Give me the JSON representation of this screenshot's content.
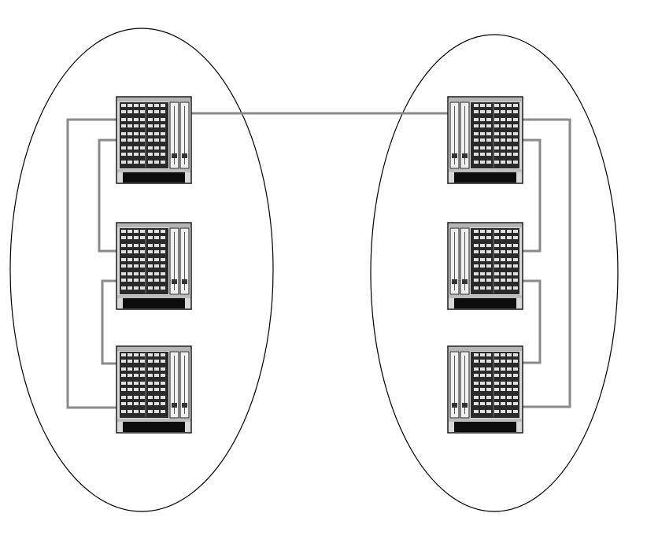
{
  "diagram": {
    "groups": [
      {
        "id": "left-cluster",
        "devices": [
          "left-top",
          "left-middle",
          "left-bottom"
        ]
      },
      {
        "id": "right-cluster",
        "devices": [
          "right-top",
          "right-middle",
          "right-bottom"
        ]
      }
    ],
    "links": [
      {
        "from": "left-top",
        "to": "right-top",
        "kind": "inter-cluster"
      },
      {
        "from": "left-top",
        "to": "left-bottom",
        "kind": "ring-outer"
      },
      {
        "from": "left-top",
        "to": "left-middle",
        "kind": "ring"
      },
      {
        "from": "left-middle",
        "to": "left-bottom",
        "kind": "ring"
      },
      {
        "from": "right-top",
        "to": "right-bottom",
        "kind": "ring-outer"
      },
      {
        "from": "right-top",
        "to": "right-middle",
        "kind": "ring"
      },
      {
        "from": "right-middle",
        "to": "right-bottom",
        "kind": "ring"
      }
    ],
    "colors": {
      "background": "#ffffff",
      "ellipse_stroke": "#000000",
      "link": "#8a8a8a",
      "chassis_frame": "#1a1a1a",
      "chassis_light": "#e6e6e6",
      "chassis_mid": "#9a9a9a"
    },
    "icons": {
      "device": "network-switch-chassis-icon",
      "group": "cluster-ellipse"
    }
  }
}
